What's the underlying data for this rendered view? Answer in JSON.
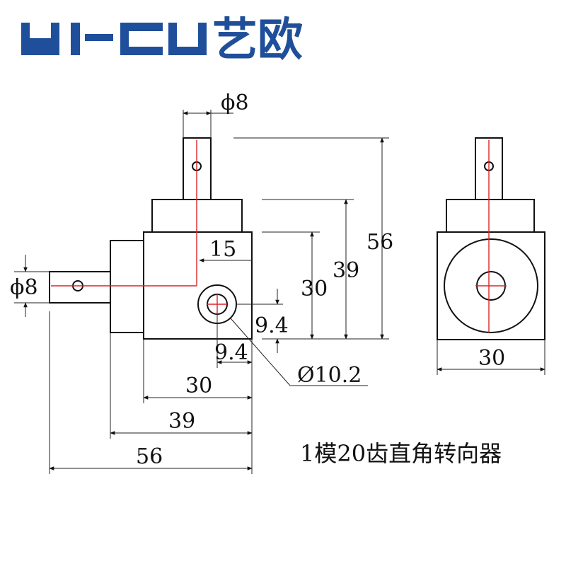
{
  "brand": {
    "latin": "YI-OU",
    "chinese": "艺欧",
    "color": "#1f4f9a"
  },
  "dimensions": {
    "shaft_dia_top": "ϕ8",
    "shaft_dia_left": "ϕ8",
    "offset_15": "15",
    "height_30": "30",
    "height_39": "39",
    "height_56": "56",
    "offset_9_4_v": "9.4",
    "offset_9_4_h": "9.4",
    "bore_dia": "Ø10.2",
    "width_30_front": "30",
    "width_39_front": "39",
    "width_56_front": "56",
    "width_30_side": "30"
  },
  "caption": "1模20齿直角转向器",
  "colors": {
    "line": "#111111",
    "centerline": "#d9252b"
  }
}
